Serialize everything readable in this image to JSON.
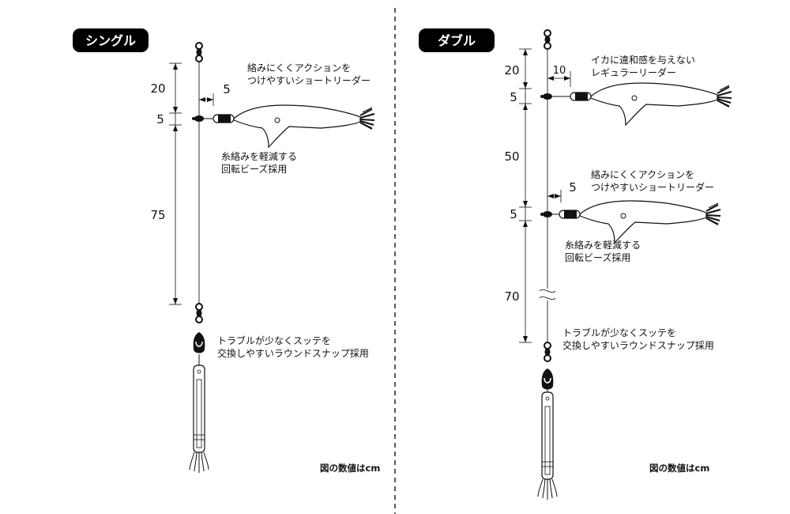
{
  "single": {
    "title": "シングル",
    "dim_top": "20",
    "dim_mid": "5",
    "dim_low": "75",
    "leader_gap": "5",
    "note_leader_1": "絡みにくくアクションを",
    "note_leader_2": "つけやすいショートリーダー",
    "note_bead_1": "糸絡みを軽減する",
    "note_bead_2": "回転ビーズ採用",
    "note_snap_1": "トラブルが少なくスッテを",
    "note_snap_2": "交換しやすいラウンドスナップ採用",
    "unit_note": "図の数値はcm"
  },
  "double": {
    "title": "ダブル",
    "dim_top": "20",
    "dim_mid1": "5",
    "dim_50": "50",
    "dim_mid2": "5",
    "dim_low": "70",
    "leader_gap_1": "10",
    "leader_gap_2": "5",
    "note_leader_a1": "イカに違和感を与えない",
    "note_leader_a2": "レギュラーリーダー",
    "note_leader_b1": "絡みにくくアクションを",
    "note_leader_b2": "つけやすいショートリーダー",
    "note_bead_1": "糸絡みを軽減する",
    "note_bead_2": "回転ビーズ採用",
    "note_snap_1": "トラブルが少なくスッテを",
    "note_snap_2": "交換しやすいラウンドスナップ採用",
    "unit_note": "図の数値はcm"
  },
  "colors": {
    "ink": "#111111",
    "badge": "#000000",
    "line": "#333333"
  }
}
